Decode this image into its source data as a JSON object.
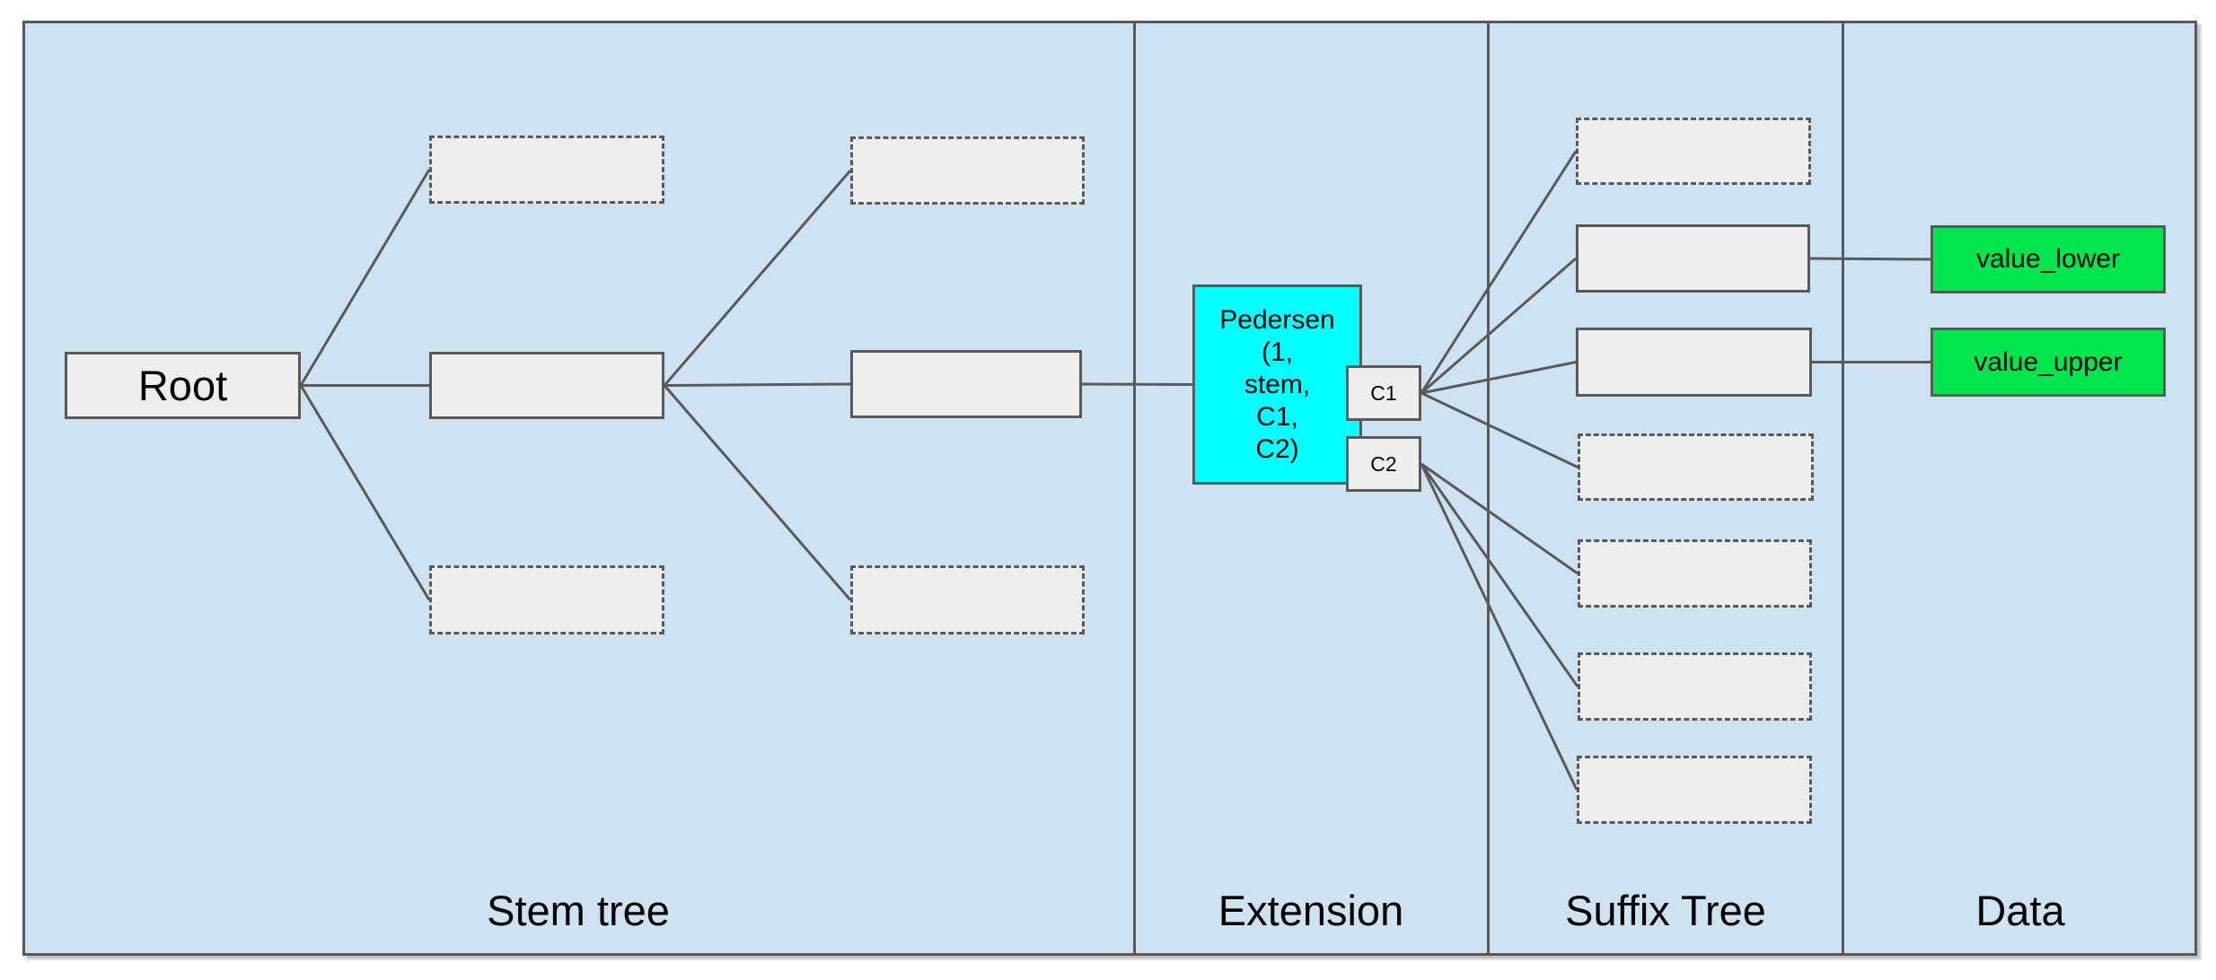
{
  "diagram": {
    "sections": [
      {
        "label": "Stem tree"
      },
      {
        "label": "Extension"
      },
      {
        "label": "Suffix Tree"
      },
      {
        "label": "Data"
      }
    ],
    "nodes": {
      "root": {
        "label": "Root"
      },
      "s1top": {
        "label": ""
      },
      "s1mid": {
        "label": ""
      },
      "s1bot": {
        "label": ""
      },
      "s2top": {
        "label": ""
      },
      "s2mid": {
        "label": ""
      },
      "s2bot": {
        "label": ""
      },
      "pedersen": {
        "label": "Pedersen\n(1,\nstem,\nC1,\nC2)"
      },
      "c1": {
        "label": "C1"
      },
      "c2": {
        "label": "C2"
      },
      "sx1": {
        "label": ""
      },
      "sx2": {
        "label": ""
      },
      "sx3": {
        "label": ""
      },
      "sx4": {
        "label": ""
      },
      "sx5": {
        "label": ""
      },
      "sx6": {
        "label": ""
      },
      "sx7": {
        "label": ""
      },
      "vlow": {
        "label": "value_lower"
      },
      "vup": {
        "label": "value_upper"
      }
    },
    "edges": [
      {
        "from": "root",
        "to": "s1top"
      },
      {
        "from": "root",
        "to": "s1mid"
      },
      {
        "from": "root",
        "to": "s1bot"
      },
      {
        "from": "s1mid",
        "to": "s2top"
      },
      {
        "from": "s1mid",
        "to": "s2mid"
      },
      {
        "from": "s1mid",
        "to": "s2bot"
      },
      {
        "from": "s2mid",
        "to": "pedersen"
      },
      {
        "from": "c1",
        "to": "sx1"
      },
      {
        "from": "c1",
        "to": "sx2"
      },
      {
        "from": "c1",
        "to": "sx3"
      },
      {
        "from": "c1",
        "to": "sx4"
      },
      {
        "from": "c2",
        "to": "sx5"
      },
      {
        "from": "c2",
        "to": "sx6"
      },
      {
        "from": "c2",
        "to": "sx7"
      },
      {
        "from": "sx2",
        "to": "vlow"
      },
      {
        "from": "sx3",
        "to": "vup"
      }
    ],
    "colors": {
      "panel_bg": "#cee3f2",
      "node_fill": "#eeeeee",
      "stroke": "#595959",
      "extension_fill": "#00ffff",
      "data_fill": "#00e64c",
      "text": "#000000"
    }
  }
}
